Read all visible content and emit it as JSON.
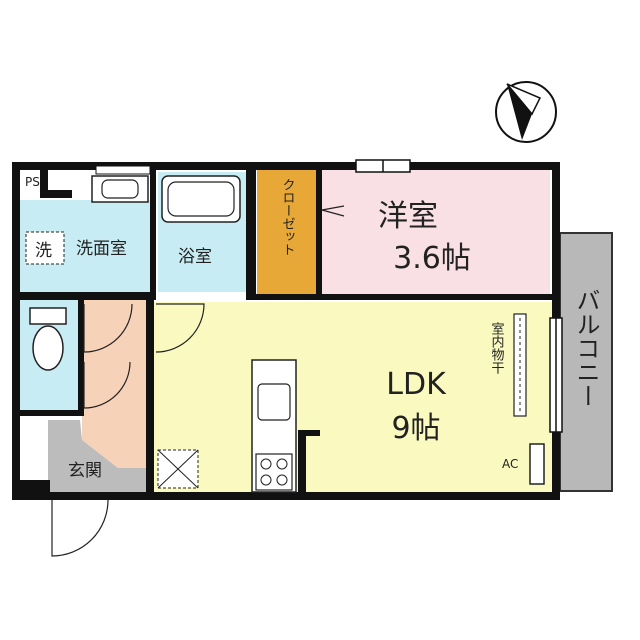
{
  "rooms": {
    "ps": "PS",
    "senmen": "洗面室",
    "yokushitsu": "浴室",
    "closet": "クローゼット",
    "yoshitsu_name": "洋室",
    "yoshitsu_size": "3.6帖",
    "ldk_name": "LDK",
    "ldk_size": "9帖",
    "shitsunai": "室内物干",
    "balcony": "バルコニー",
    "genkan": "玄関",
    "ac": "AC",
    "washer_mark": "洗"
  },
  "colors": {
    "wet_area": "#c8ecf4",
    "closet": "#e8a838",
    "western_room": "#f9e0e4",
    "ldk": "#fafac0",
    "balcony": "#b8b8b8",
    "genkan": "#bcbcbc",
    "hall": "#f6d2b8",
    "wall": "#111111"
  },
  "compass": {
    "icon": "north-arrow-icon"
  }
}
